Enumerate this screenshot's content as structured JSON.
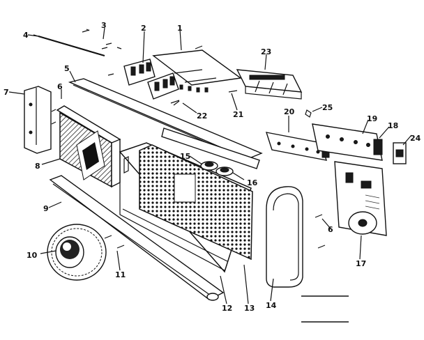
{
  "callouts": {
    "c1": "1",
    "c2": "2",
    "c3": "3",
    "c4": "4",
    "c5": "5",
    "c6a": "6",
    "c6b": "6",
    "c7": "7",
    "c8": "8",
    "c9": "9",
    "c10": "10",
    "c11": "11",
    "c12": "12",
    "c13": "13",
    "c14": "14",
    "c15": "15",
    "c16": "16",
    "c17": "17",
    "c18": "18",
    "c19": "19",
    "c20": "20",
    "c21": "21",
    "c22": "22",
    "c23": "23",
    "c24": "24",
    "c25": "25"
  }
}
